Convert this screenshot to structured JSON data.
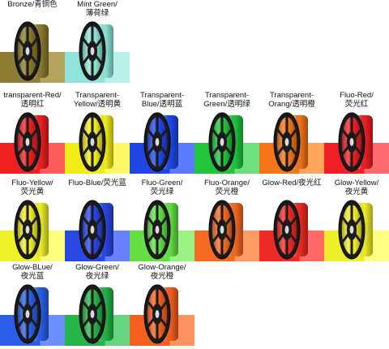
{
  "filaments": [
    {
      "label": "Bronze/青铜色",
      "color": "#8a7a2e",
      "band": "#8d7d35",
      "band_edge": "#b4a35b"
    },
    {
      "label": "Mint Green/\n薄荷绿",
      "color": "#8ee6d8",
      "band": "#8fe3dc",
      "band_edge": "#b8f0ea"
    },
    {
      "label": "transparent-Red/\n透明红",
      "color": "#ee2020",
      "band": "#ef2020",
      "band_edge": "#ff5a5a"
    },
    {
      "label": "Transparent-\nYellow/透明黄",
      "color": "#f3ee1a",
      "band": "#f2ec18",
      "band_edge": "#fff766"
    },
    {
      "label": "Transparent-\nBlue/透明蓝",
      "color": "#1f47e6",
      "band": "#1f45e4",
      "band_edge": "#5b7cff"
    },
    {
      "label": "Transparent-\nGreen/透明绿",
      "color": "#1fc43e",
      "band": "#22c43c",
      "band_edge": "#6ee07f"
    },
    {
      "label": "Transparent-\nOrang/透明橙",
      "color": "#f37418",
      "band": "#f47618",
      "band_edge": "#ffa55b"
    },
    {
      "label": "Fluo-Red/\n荧光红",
      "color": "#ef1f25",
      "band": "#f01f25",
      "band_edge": "#ff6a6e"
    },
    {
      "label": "Fluo-Yellow/\n荧光黄",
      "color": "#eef02a",
      "band": "#eef02a",
      "band_edge": "#fbff7a"
    },
    {
      "label": "Fluo-Blue/荧光蓝",
      "color": "#2847e2",
      "band": "#2848e3",
      "band_edge": "#6882ff"
    },
    {
      "label": "Fluo-Green/\n荧光绿",
      "color": "#64df46",
      "band": "#63df44",
      "band_edge": "#9bf184"
    },
    {
      "label": "Fluo-Orange/\n荧光橙",
      "color": "#f46a22",
      "band": "#f46a22",
      "band_edge": "#ff9c66"
    },
    {
      "label": "Glow-Red/夜光红",
      "color": "#ee2a25",
      "band": "#ee2a25",
      "band_edge": "#ff6a66"
    },
    {
      "label": "Glow-Yellow/\n夜光黄",
      "color": "#f0ee2a",
      "band": "#efee2a",
      "band_edge": "#ffff82"
    },
    {
      "label": "Glow-BLue/\n夜光蓝",
      "color": "#2a5fe8",
      "band": "#2a5ee8",
      "band_edge": "#6c8fff"
    },
    {
      "label": "Glow-Green/\n夜光绿",
      "color": "#25b548",
      "band": "#25b448",
      "band_edge": "#66d482"
    },
    {
      "label": "Glow-Orange/\n夜光橙",
      "color": "#f45f1f",
      "band": "#f45f1f",
      "band_edge": "#ff925f"
    }
  ]
}
